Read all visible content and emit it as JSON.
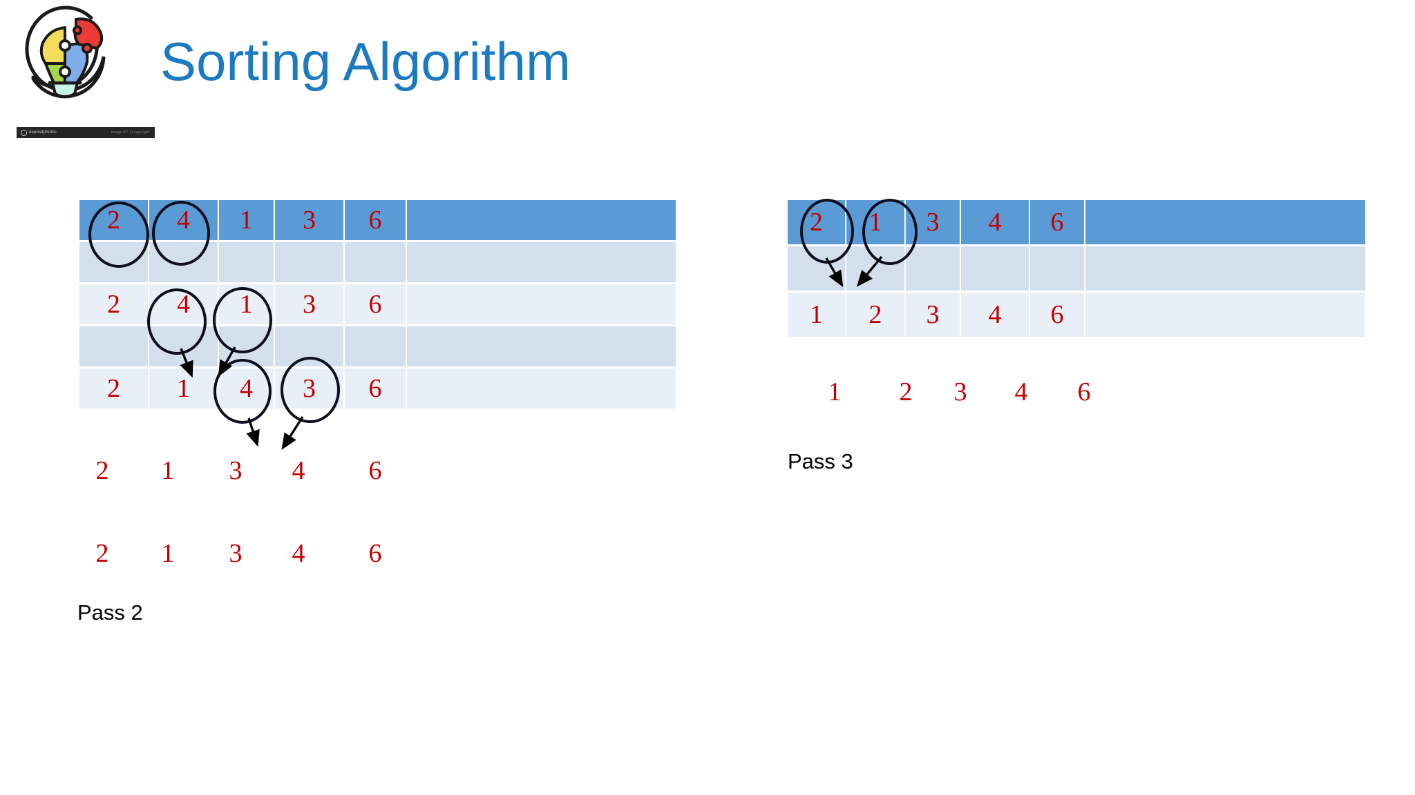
{
  "slide": {
    "title": "Sorting Algorithm",
    "title_color": "#1C7AC0",
    "background": "#ffffff"
  },
  "logo": {
    "name": "puzzle-lightbulb-logo",
    "alt": "Lightbulb made of puzzle pieces inside a circle",
    "piece_colors": {
      "top_left": "#F2DE5C",
      "bottom_left": "#A8D44A",
      "bottom_right": "#7FAEE8",
      "detached_top_right": "#EC3B34",
      "base": "#C9F5E6"
    },
    "outline_color": "#1A1A1A",
    "watermark": {
      "brand": "depositphotos",
      "meta": "Image ID: | Copyright:"
    }
  },
  "palette": {
    "value_red": "#C00000",
    "header_blue": "#5B9BD5",
    "band_a": "#D4DFEE",
    "band_b": "#E9EFF7",
    "grid_white": "#FFFFFF",
    "annotation_black": "#000000"
  },
  "pass2": {
    "label": "Pass 2",
    "table": {
      "name": "pass-2-table",
      "columns": 6,
      "rows": [
        {
          "style": "header",
          "values": [
            "2",
            "4",
            "1",
            "3",
            "6",
            ""
          ]
        },
        {
          "style": "band-a",
          "values": [
            "",
            "",
            "",
            "",
            "",
            ""
          ]
        },
        {
          "style": "band-b",
          "values": [
            "2",
            "4",
            "1",
            "3",
            "6",
            ""
          ]
        },
        {
          "style": "band-a",
          "values": [
            "",
            "",
            "",
            "",
            "",
            ""
          ]
        },
        {
          "style": "band-b",
          "values": [
            "2",
            "1",
            "4",
            "3",
            "6",
            ""
          ]
        }
      ]
    },
    "loose_rows": [
      {
        "name": "pass-2-result-row-1",
        "values": [
          "2",
          "1",
          "3",
          "4",
          "6"
        ]
      },
      {
        "name": "pass-2-result-row-2",
        "values": [
          "2",
          "1",
          "3",
          "4",
          "6"
        ]
      }
    ],
    "circles": [
      {
        "name": "circle-row1-col1",
        "value": "2"
      },
      {
        "name": "circle-row1-col2",
        "value": "4"
      },
      {
        "name": "circle-row3-col2",
        "value": "4"
      },
      {
        "name": "circle-row3-col3",
        "value": "1"
      },
      {
        "name": "circle-row5-col3",
        "value": "4"
      },
      {
        "name": "circle-row5-col4",
        "value": "3"
      }
    ],
    "swaps": [
      {
        "name": "swap-arrow-4-and-1",
        "from": "4",
        "to": "1"
      },
      {
        "name": "swap-arrow-4-and-3",
        "from": "4",
        "to": "3"
      }
    ]
  },
  "pass3": {
    "label": "Pass 3",
    "table": {
      "name": "pass-3-table",
      "columns": 6,
      "rows": [
        {
          "style": "header",
          "values": [
            "2",
            "1",
            "3",
            "4",
            "6",
            ""
          ]
        },
        {
          "style": "band-a",
          "values": [
            "",
            "",
            "",
            "",
            "",
            ""
          ]
        },
        {
          "style": "band-b",
          "values": [
            "1",
            "2",
            "3",
            "4",
            "6",
            ""
          ]
        }
      ]
    },
    "loose_rows": [
      {
        "name": "pass-3-result-row-1",
        "values": [
          "1",
          "2",
          "3",
          "4",
          "6"
        ]
      }
    ],
    "circles": [
      {
        "name": "circle-row1-col1",
        "value": "2"
      },
      {
        "name": "circle-row1-col2",
        "value": "1"
      }
    ],
    "swaps": [
      {
        "name": "swap-arrow-2-and-1",
        "from": "2",
        "to": "1"
      }
    ]
  }
}
